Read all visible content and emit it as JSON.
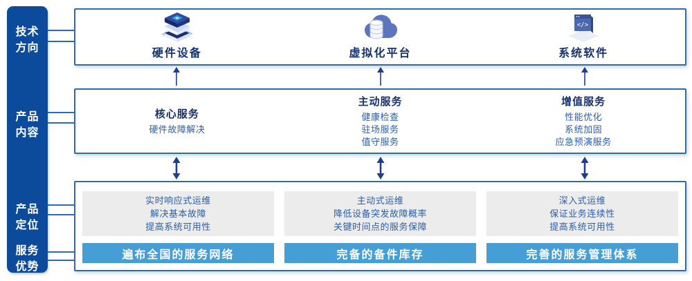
{
  "palette": {
    "sidebar_bg": "#0C4A9C",
    "box_border": "#2E6AB3",
    "heading_text": "#16316F",
    "item_text": "#2F5DA8",
    "panel_bg": "#ECECEC",
    "advantage_bar_bg": "#459FD6",
    "advantage_bar_text": "#FFFFFF",
    "arrow": "#1E3F8F",
    "connector": "#2E6AB3"
  },
  "sidebar": {
    "items": [
      {
        "label": "技术\n方向"
      },
      {
        "label": "产品\n内容"
      },
      {
        "label": "产品\n定位"
      },
      {
        "label": "服务\n优势"
      }
    ]
  },
  "tech_row": {
    "items": [
      {
        "icon": "server-stack-icon",
        "label": "硬件设备"
      },
      {
        "icon": "cloud-database-icon",
        "label": "虚拟化平台"
      },
      {
        "icon": "software-window-icon",
        "label": "系统软件"
      }
    ]
  },
  "services_row": {
    "columns": [
      {
        "heading": "核心服务",
        "items": [
          "硬件故障解决"
        ]
      },
      {
        "heading": "主动服务",
        "items": [
          "健康检查",
          "驻场服务",
          "值守服务"
        ]
      },
      {
        "heading": "增值服务",
        "items": [
          "性能优化",
          "系统加固",
          "应急预演服务"
        ]
      }
    ]
  },
  "positioning_row": {
    "columns": [
      {
        "lines": [
          "实时响应式运维",
          "解决基本故障",
          "提高系统可用性"
        ],
        "advantage": "遍布全国的服务网络"
      },
      {
        "lines": [
          "主动式运维",
          "降低设备突发故障概率",
          "关键时间点的服务保障"
        ],
        "advantage": "完备的备件库存"
      },
      {
        "lines": [
          "深入式运维",
          "保证业务连续性",
          "提高系统可用性"
        ],
        "advantage": "完善的服务管理体系"
      }
    ]
  }
}
